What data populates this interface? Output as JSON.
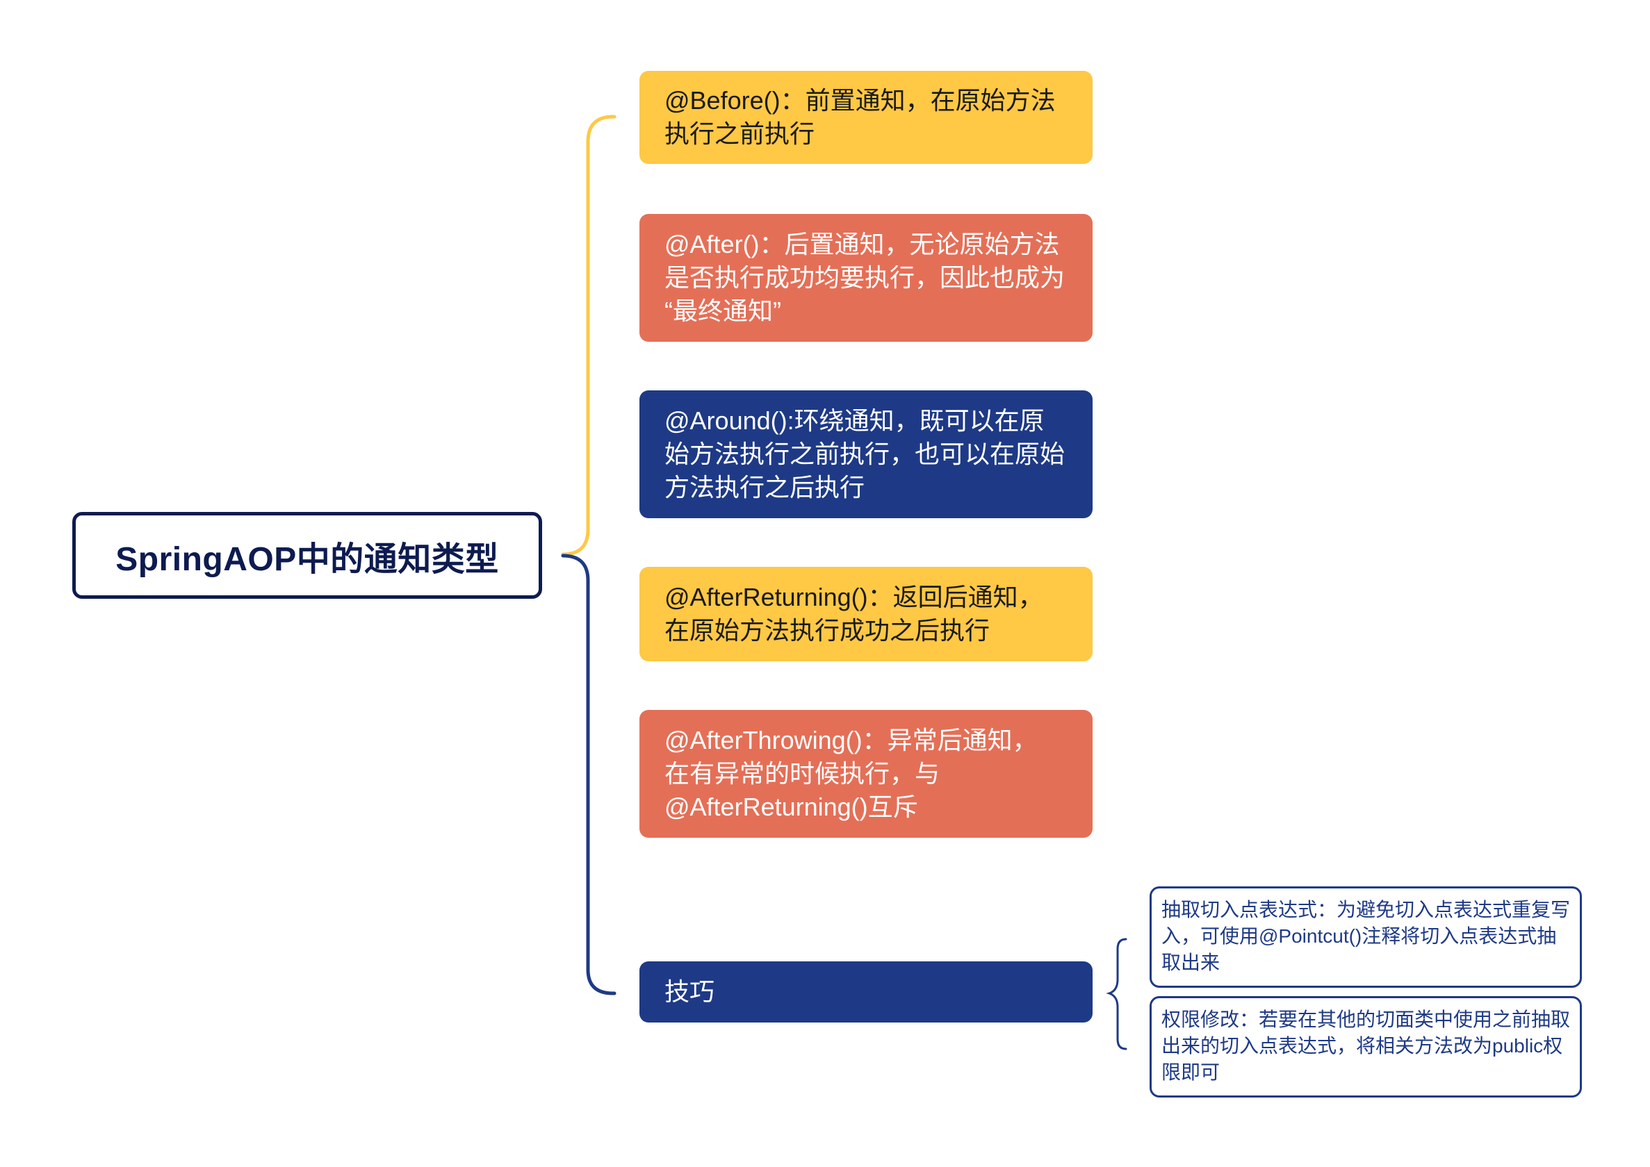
{
  "root": {
    "label": "SpringAOP中的通知类型"
  },
  "branches": [
    {
      "label": "@Before()：前置通知，在原始方法\n执行之前执行",
      "color": "#ffc845"
    },
    {
      "label": "@After()：后置通知，无论原始方法\n是否执行成功均要执行，因此也成为\n“最终通知”",
      "color": "#e46f57"
    },
    {
      "label": " @Around():环绕通知，既可以在原\n始方法执行之前执行，也可以在原始\n方法执行之后执行",
      "color": "#1e3a86"
    },
    {
      "label": "@AfterReturning()：返回后通知，\n在原始方法执行成功之后执行",
      "color": "#ffc845"
    },
    {
      "label": " @AfterThrowing()：异常后通知，\n在有异常的时候执行，与\n@AfterReturning()互斥",
      "color": "#e46f57"
    },
    {
      "label": "技巧",
      "color": "#1e3a86"
    }
  ],
  "tips": [
    {
      "label": "抽取切入点表达式：为避免切入点表达式重复写\n入，可使用@Pointcut()注释将切入点表达式抽\n取出来"
    },
    {
      "label": "权限修改：若要在其他的切面类中使用之前抽取\n出来的切入点表达式，将相关方法改为public权\n限即可"
    }
  ],
  "colors": {
    "root_border": "#0d1b50",
    "bracket_upper": "#ffc845",
    "bracket_lower": "#1e3a86",
    "leaf_border": "#1e3a86"
  }
}
